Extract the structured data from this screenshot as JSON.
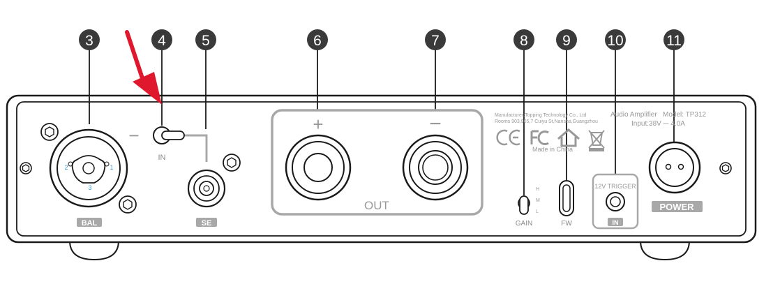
{
  "callouts": [
    {
      "id": "3",
      "label": "3"
    },
    {
      "id": "4",
      "label": "4"
    },
    {
      "id": "5",
      "label": "5"
    },
    {
      "id": "6",
      "label": "6"
    },
    {
      "id": "7",
      "label": "7"
    },
    {
      "id": "8",
      "label": "8"
    },
    {
      "id": "9",
      "label": "9"
    },
    {
      "id": "10",
      "label": "10"
    },
    {
      "id": "11",
      "label": "11"
    }
  ],
  "labels": {
    "bal": "BAL",
    "in_switch": "IN",
    "se": "SE",
    "plus": "+",
    "minus": "−",
    "minus_small": "−",
    "out": "OUT",
    "gain": "GAIN",
    "gain_h": "H",
    "gain_m": "M",
    "gain_l": "L",
    "fw": "FW",
    "trigger": "12V TRIGGER",
    "trigger_in": "IN",
    "power": "POWER",
    "made_in": "Made in China",
    "xlr_pin1": "1",
    "xlr_pin2": "2",
    "xlr_pin3": "3"
  },
  "manufacturer": {
    "line1": "Manufacturer:Topping Technology Co., Ltd",
    "line2": "Rooms 903,905,7 Cuiyu St,Nansha,Guangzhou"
  },
  "product": {
    "name": "Audio Amplifier",
    "model": "Model: TP312",
    "input": "Input:38V ⎓ 4.0A"
  },
  "colors": {
    "callout_fill": "#3a3a3a",
    "arrow": "#e0182d",
    "outline": "#1a1a1a",
    "gray": "#999999",
    "xlr_pin_text": "#3aa0d8"
  }
}
